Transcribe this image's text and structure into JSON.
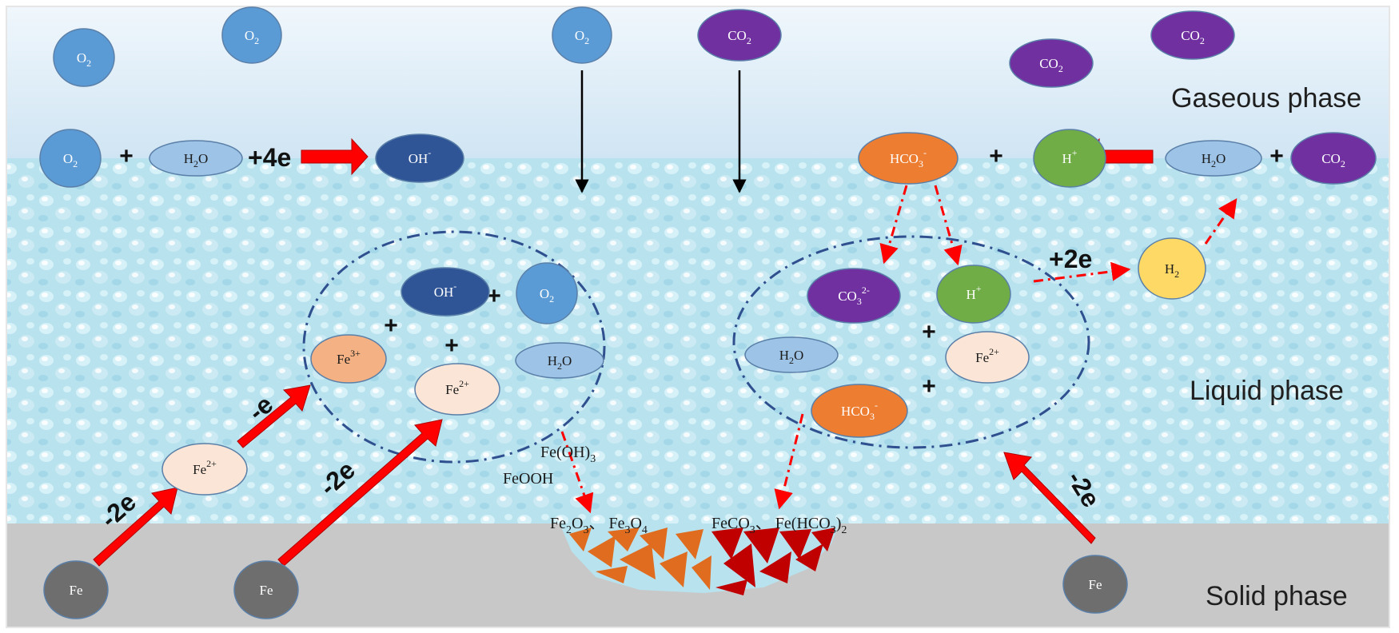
{
  "phases": {
    "gas": "Gaseous phase",
    "liquid": "Liquid phase",
    "solid": "Solid phase"
  },
  "molecules": [
    {
      "id": "o2-top-1",
      "base": "O",
      "sub": "2",
      "sup": ""
    },
    {
      "id": "o2-top-2",
      "base": "O",
      "sub": "2",
      "sup": ""
    },
    {
      "id": "o2-top-3",
      "base": "O",
      "sub": "2",
      "sup": ""
    },
    {
      "id": "co2-top-1",
      "base": "CO",
      "sub": "2",
      "sup": ""
    },
    {
      "id": "co2-top-2",
      "base": "CO",
      "sub": "2",
      "sup": ""
    },
    {
      "id": "co2-top-3",
      "base": "CO",
      "sub": "2",
      "sup": ""
    },
    {
      "id": "o2-react",
      "base": "O",
      "sub": "2",
      "sup": ""
    },
    {
      "id": "h2o-react-left",
      "base": "H",
      "sub": "2",
      "sup": "",
      "tail": "O"
    },
    {
      "id": "oh-product",
      "base": "OH",
      "sub": "",
      "sup": "-"
    },
    {
      "id": "hco3-product",
      "base": "HCO",
      "sub": "3",
      "sup": "-"
    },
    {
      "id": "h-product",
      "base": "H",
      "sub": "",
      "sup": "+"
    },
    {
      "id": "h2o-react-right",
      "base": "H",
      "sub": "2",
      "sup": "",
      "tail": "O"
    },
    {
      "id": "co2-react-right",
      "base": "CO",
      "sub": "2",
      "sup": ""
    },
    {
      "id": "oh-left-circle",
      "base": "OH",
      "sub": "",
      "sup": "-"
    },
    {
      "id": "o2-left-circle",
      "base": "O",
      "sub": "2",
      "sup": ""
    },
    {
      "id": "fe3-left-circle",
      "base": "Fe",
      "sub": "",
      "sup": "3+"
    },
    {
      "id": "fe2-left-circle",
      "base": "Fe",
      "sub": "",
      "sup": "2+"
    },
    {
      "id": "h2o-left-circle",
      "base": "H",
      "sub": "2",
      "sup": "",
      "tail": "O"
    },
    {
      "id": "fe2-outer",
      "base": "Fe",
      "sub": "",
      "sup": "2+"
    },
    {
      "id": "co3-right-circle",
      "base": "CO",
      "sub": "3",
      "sup": "2-"
    },
    {
      "id": "h-right-circle",
      "base": "H",
      "sub": "",
      "sup": "+"
    },
    {
      "id": "h2o-right-circle",
      "base": "H",
      "sub": "2",
      "sup": "",
      "tail": "O"
    },
    {
      "id": "fe2-right-circle",
      "base": "Fe",
      "sub": "",
      "sup": "2+"
    },
    {
      "id": "hco3-right-circle",
      "base": "HCO",
      "sub": "3",
      "sup": "-"
    },
    {
      "id": "h2-gas",
      "base": "H",
      "sub": "2",
      "sup": ""
    },
    {
      "id": "fe-1",
      "base": "Fe",
      "sub": "",
      "sup": ""
    },
    {
      "id": "fe-2",
      "base": "Fe",
      "sub": "",
      "sup": ""
    },
    {
      "id": "fe-3",
      "base": "Fe",
      "sub": "",
      "sup": ""
    }
  ],
  "plus_sign": "+",
  "electrons": {
    "plus4e": "+4e",
    "plus2e": "+2e",
    "minus_e": "-e",
    "minus2e": "-2e"
  },
  "products": {
    "fe_oh3": {
      "parts": [
        [
          "Fe(OH)",
          ""
        ],
        [
          "3",
          "sub"
        ]
      ]
    },
    "feooh": {
      "parts": [
        [
          "FeOOH",
          ""
        ]
      ]
    },
    "fe_oxides": {
      "parts": [
        [
          "Fe",
          ""
        ],
        [
          "2",
          "sub"
        ],
        [
          "O",
          ""
        ],
        [
          "3",
          "sub"
        ],
        [
          "、 Fe",
          ""
        ],
        [
          "3",
          "sub"
        ],
        [
          "O",
          ""
        ],
        [
          "4",
          "sub"
        ]
      ]
    },
    "fe_carbonates": {
      "parts": [
        [
          "FeCO",
          ""
        ],
        [
          "3",
          "sub"
        ],
        [
          "、 Fe(HCO",
          ""
        ],
        [
          "3",
          "sub"
        ],
        [
          ")",
          ""
        ],
        [
          "2",
          "sub"
        ]
      ]
    }
  },
  "colors": {
    "o2": "#5b9bd5",
    "co2": "#7030a0",
    "h2o": "#9dc3e6",
    "oh": "#2f5597",
    "hco3": "#ed7d31",
    "h_plus": "#70ad47",
    "fe3": "#f4b183",
    "fe2": "#fbe5d6",
    "fe": "#6e6e6e",
    "h2": "#ffd966",
    "arrow_red": "#ff0000",
    "gas_bg": "#dcebf7",
    "liquid_bg": "#b9e3ee",
    "solid_bg": "#c6c6c6",
    "circle_dash": "#2f4f8f",
    "deposit_orange": "#e06c1f",
    "deposit_red": "#c00000"
  }
}
